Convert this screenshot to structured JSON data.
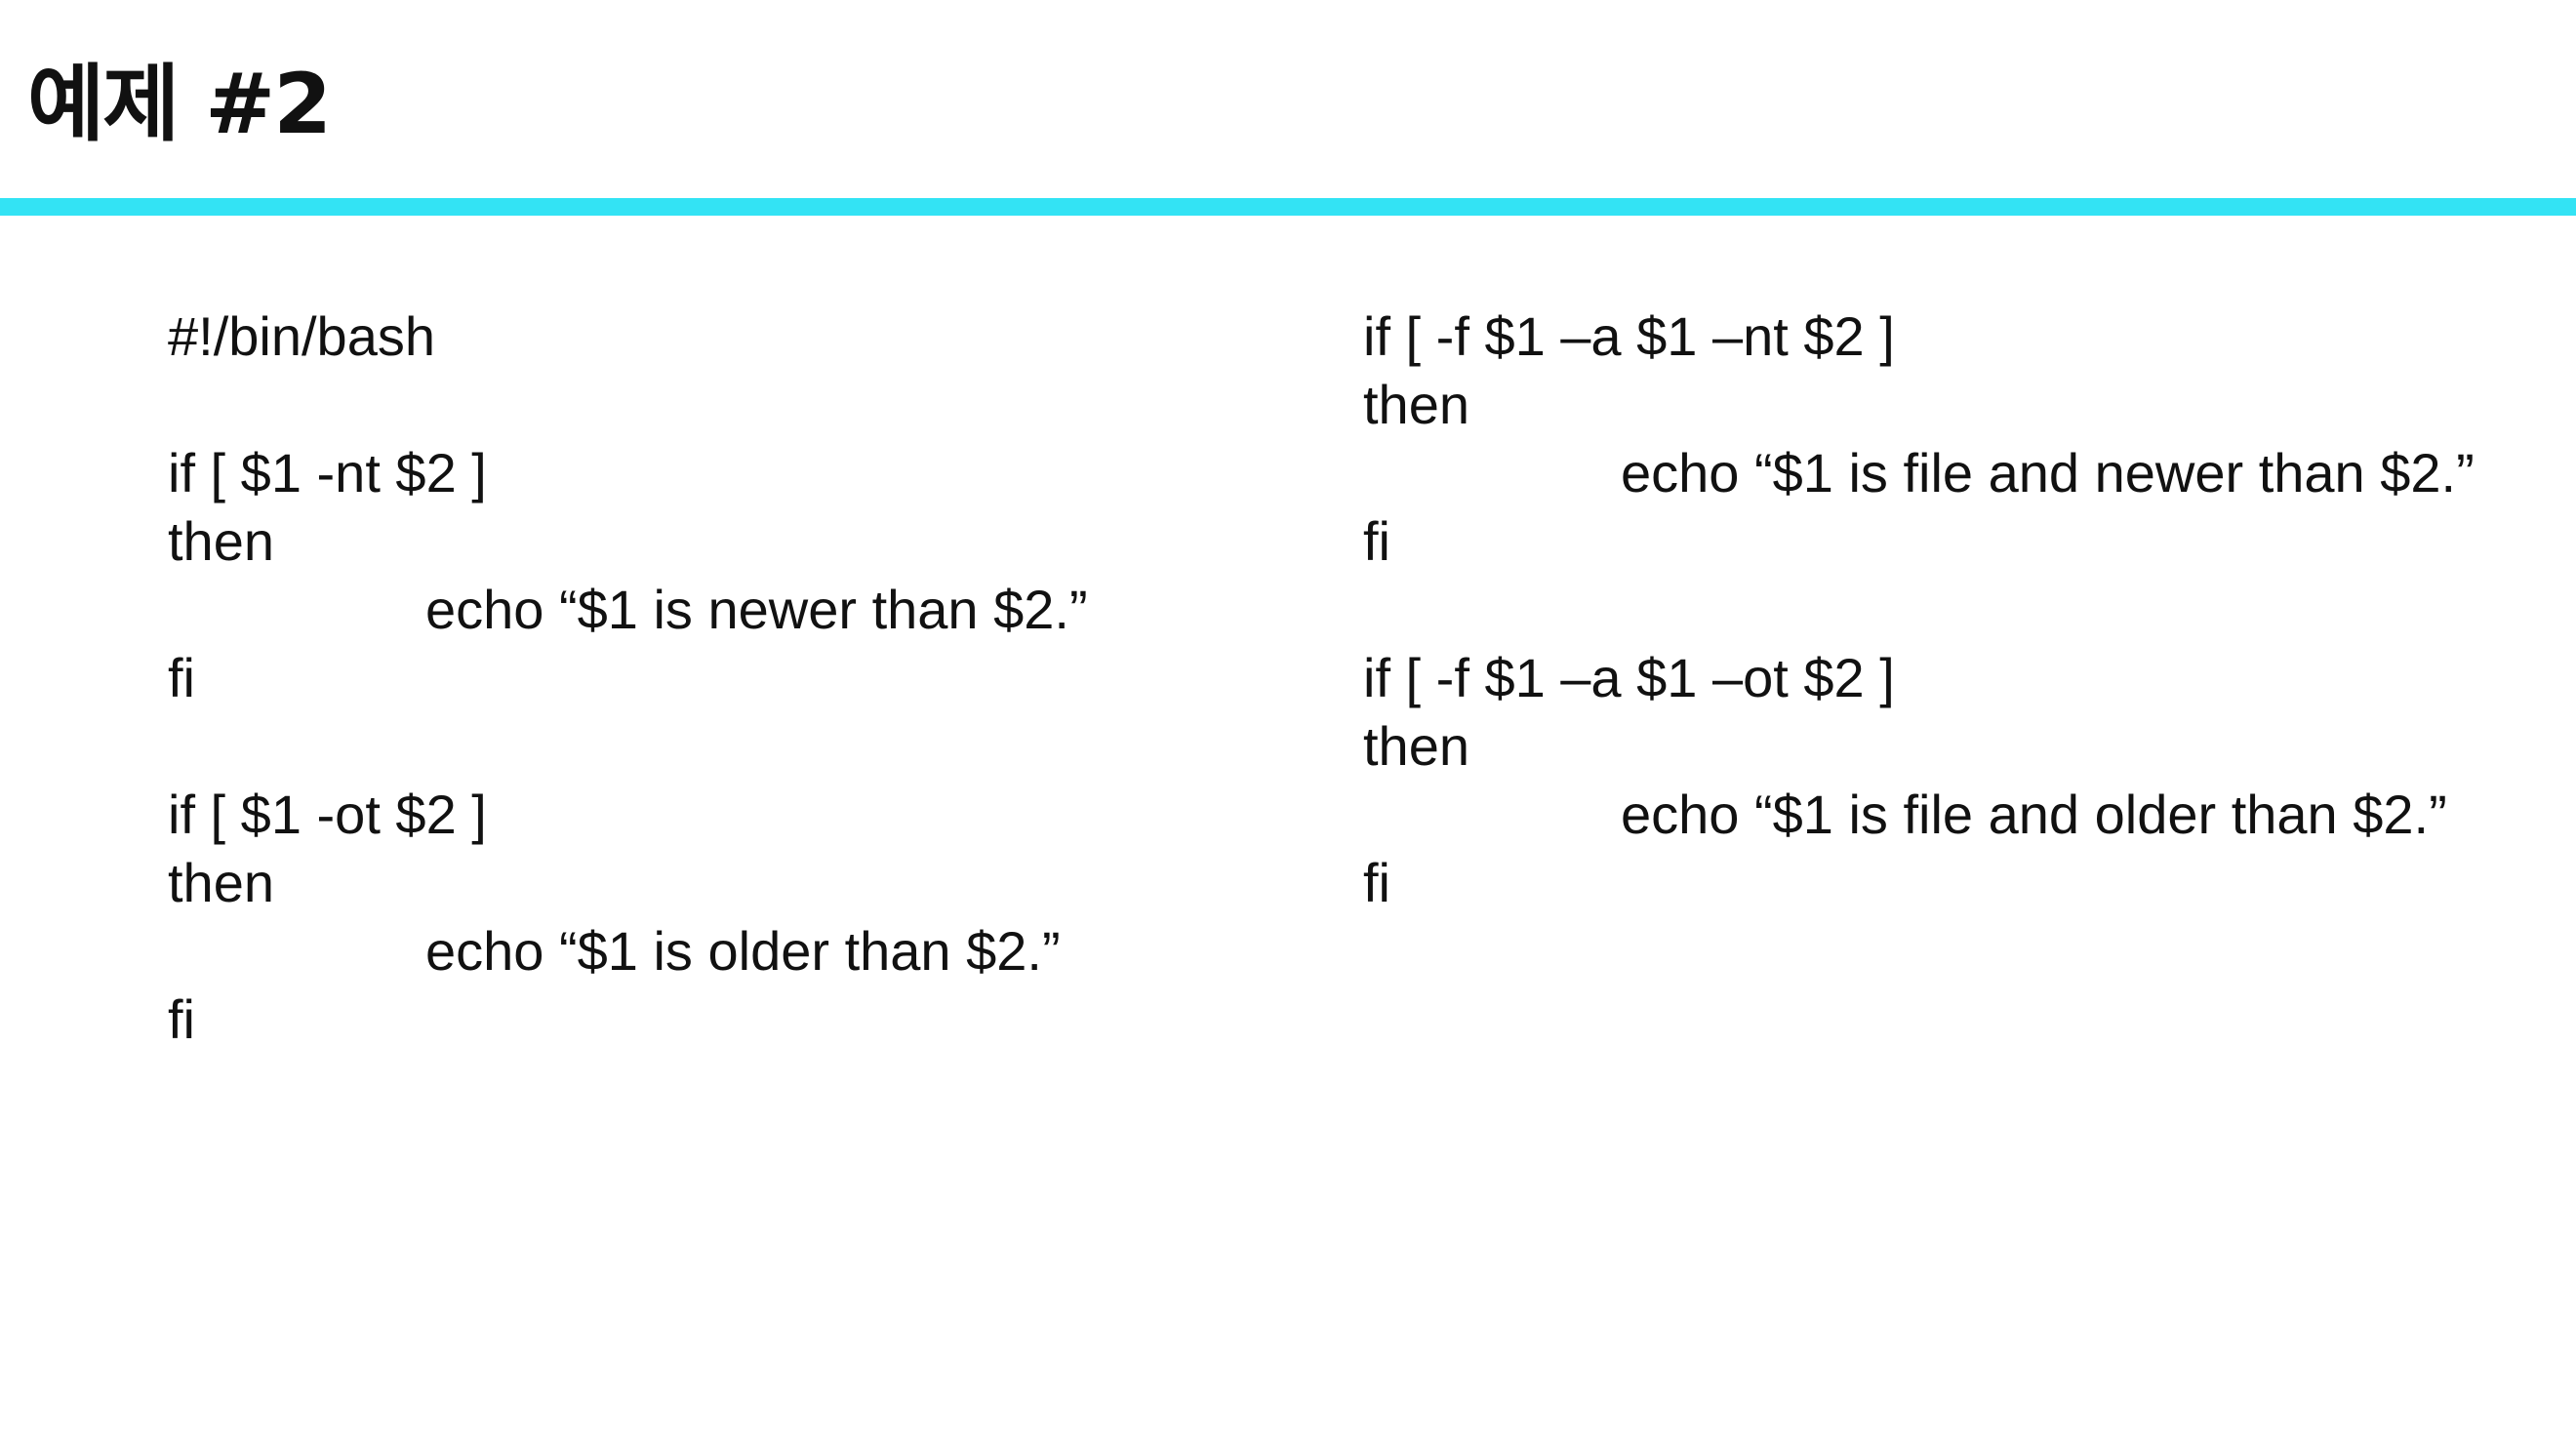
{
  "slide": {
    "title": "예제 #2",
    "accent_color": "#33e3f4"
  },
  "code": {
    "left": [
      {
        "text": "#!/bin/bash",
        "indent": false
      },
      {
        "text": "",
        "indent": false
      },
      {
        "text": "if [ $1 -nt $2 ]",
        "indent": false
      },
      {
        "text": "then",
        "indent": false
      },
      {
        "text": "echo “$1 is newer than $2.”",
        "indent": true
      },
      {
        "text": "fi",
        "indent": false
      },
      {
        "text": "",
        "indent": false
      },
      {
        "text": "if [ $1 -ot $2 ]",
        "indent": false
      },
      {
        "text": "then",
        "indent": false
      },
      {
        "text": "echo “$1 is older than $2.”",
        "indent": true
      },
      {
        "text": "fi",
        "indent": false
      }
    ],
    "right": [
      {
        "text": "if [ -f $1 –a $1 –nt $2 ]",
        "indent": false
      },
      {
        "text": "then",
        "indent": false
      },
      {
        "text": "echo “$1 is file and newer than $2.”",
        "indent": true
      },
      {
        "text": "fi",
        "indent": false
      },
      {
        "text": "",
        "indent": false
      },
      {
        "text": "if [ -f $1 –a $1 –ot $2 ]",
        "indent": false
      },
      {
        "text": "then",
        "indent": false
      },
      {
        "text": "echo “$1 is file and older than $2.”",
        "indent": true
      },
      {
        "text": "fi",
        "indent": false
      }
    ]
  }
}
